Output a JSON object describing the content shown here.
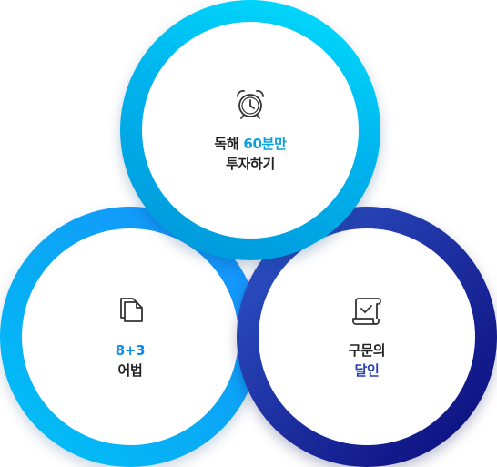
{
  "circles": {
    "top": {
      "icon": "alarm-clock-icon",
      "line1_plain": "독해 ",
      "line1_accent": "60분만",
      "line2": "투자하기"
    },
    "left": {
      "icon": "document-icon",
      "line1_accent": "8+3",
      "line2": "어법"
    },
    "right": {
      "icon": "scroll-check-icon",
      "line1": "구문의",
      "line2_accent": "달인"
    }
  },
  "colors": {
    "cyan_accent": "#0aa0dc",
    "blue_accent": "#0a8cf0",
    "navy_accent": "#2a3fb0",
    "text": "#222222"
  }
}
